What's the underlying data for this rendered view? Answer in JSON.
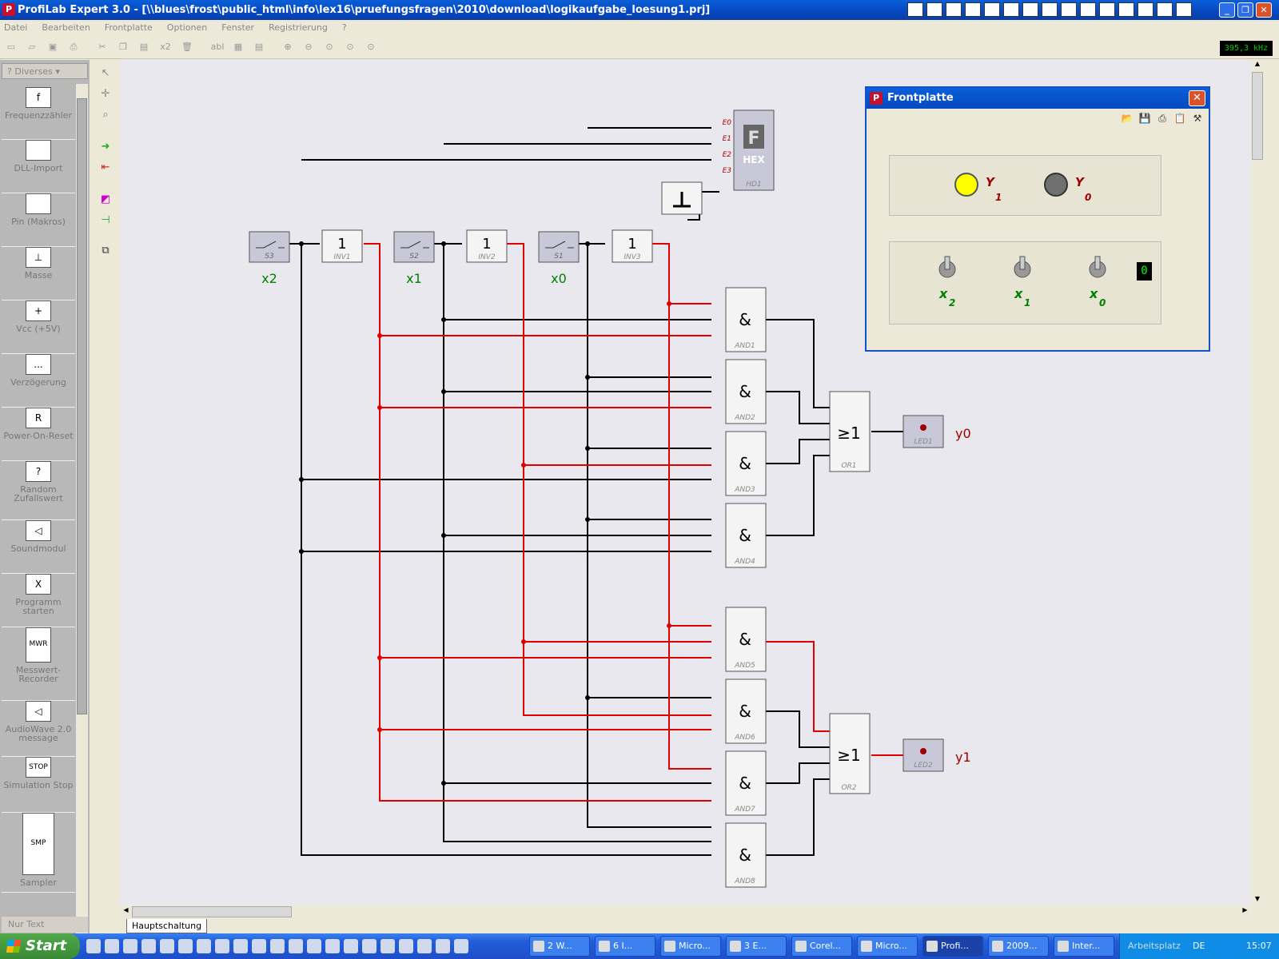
{
  "window": {
    "title": "ProfiLab Expert 3.0 - [\\\\blues\\frost\\public_html\\info\\lex16\\pruefungsfragen\\2010\\download\\logikaufgabe_loesung1.prj]",
    "app_icon": "profilab-icon"
  },
  "menu": [
    "Datei",
    "Bearbeiten",
    "Frontplatte",
    "Optionen",
    "Fenster",
    "Registrierung",
    "?"
  ],
  "toolbar": {
    "x2_label": "x2",
    "text_tool": "abl",
    "frequency": "395,3 kHz"
  },
  "library": {
    "category": "Diverses",
    "category_prefix": "?",
    "components": [
      {
        "label": "Frequenzzähler",
        "symbol": "f"
      },
      {
        "label": "DLL-Import",
        "symbol": ""
      },
      {
        "label": "Pin (Makros)",
        "symbol": ""
      },
      {
        "label": "Masse",
        "symbol": "⊥"
      },
      {
        "label": "Vcc (+5V)",
        "symbol": "+"
      },
      {
        "label": "Verzögerung",
        "symbol": "..."
      },
      {
        "label": "Power-On-Reset",
        "symbol": "R"
      },
      {
        "label": "Random Zufallswert",
        "symbol": "?"
      },
      {
        "label": "Soundmodul",
        "symbol": "◁"
      },
      {
        "label": "Programm starten",
        "symbol": "X"
      },
      {
        "label": "Messwert-Recorder",
        "symbol": "MWR"
      },
      {
        "label": "AudioWave 2.0 message",
        "symbol": "◁"
      },
      {
        "label": "Simulation Stop",
        "symbol": "STOP"
      },
      {
        "label": "Sampler",
        "symbol": "SMP"
      }
    ],
    "footer": "Nur Text"
  },
  "circuit": {
    "switches": [
      {
        "id": "S3",
        "label": "x2"
      },
      {
        "id": "S2",
        "label": "x1"
      },
      {
        "id": "S1",
        "label": "x0"
      }
    ],
    "inverters": [
      "INV1",
      "INV2",
      "INV3"
    ],
    "inverter_symbol": "1",
    "and_gates": [
      "AND1",
      "AND2",
      "AND3",
      "AND4",
      "AND5",
      "AND6",
      "AND7",
      "AND8"
    ],
    "and_symbol": "&",
    "or_gates": [
      "OR1",
      "OR2"
    ],
    "or_symbol": "≥1",
    "leds": [
      {
        "id": "LED1",
        "label": "y0"
      },
      {
        "id": "LED2",
        "label": "y1"
      }
    ],
    "hex_display": {
      "id": "HD1",
      "symbol": "F",
      "text": "HEX",
      "inputs": [
        "E0",
        "E1",
        "E2",
        "E3"
      ]
    },
    "colors": {
      "wire_black": "#000000",
      "wire_red": "#e00000",
      "label_green": "#008000",
      "label_red": "#a00000",
      "component_fill": "#c8c8d8"
    }
  },
  "tabs": [
    "Hauptschaltung"
  ],
  "frontplate": {
    "title": "Frontplatte",
    "leds": [
      {
        "name": "Y",
        "sub": "1",
        "state": "on",
        "color": "#ffff00"
      },
      {
        "name": "Y",
        "sub": "0",
        "state": "off",
        "color": "#707070"
      }
    ],
    "switches": [
      {
        "name": "x",
        "sub": "2"
      },
      {
        "name": "x",
        "sub": "1"
      },
      {
        "name": "x",
        "sub": "0"
      }
    ],
    "display_value": "0"
  },
  "taskbar": {
    "start": "Start",
    "tasks": [
      {
        "label": "2 W...",
        "active": false
      },
      {
        "label": "6 I...",
        "active": false
      },
      {
        "label": "Micro...",
        "active": false
      },
      {
        "label": "3 E...",
        "active": false
      },
      {
        "label": "Corel...",
        "active": false
      },
      {
        "label": "Micro...",
        "active": false
      },
      {
        "label": "Profi...",
        "active": true
      },
      {
        "label": "2009...",
        "active": false
      },
      {
        "label": "Inter...",
        "active": false
      }
    ],
    "tray_label": "Arbeitsplatz",
    "lang": "DE",
    "clock": "15:07"
  }
}
